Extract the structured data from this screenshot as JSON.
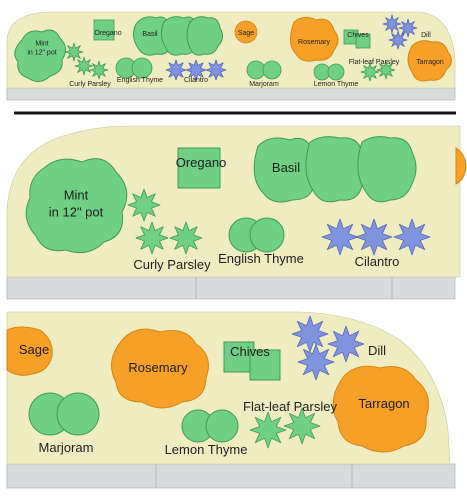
{
  "colors": {
    "bed": "#efecc2",
    "edging": "#d9dadb",
    "edging_line": "#b8b9ba",
    "green": "#6fcf84",
    "green_stroke": "#3f9a57",
    "blue": "#7f93df",
    "blue_stroke": "#5668b6",
    "orange": "#f7a027",
    "orange_stroke": "#d98410",
    "divider": "#151515"
  },
  "overview": {
    "labels": {
      "mint": "Mint\nin 12\" pot",
      "oregano": "Oregano",
      "basil": "Basil",
      "sage": "Sage",
      "rosemary": "Rosemary",
      "chives": "Chives",
      "dill": "Dill",
      "curly_parsley": "Curly Parsley",
      "english_thyme": "English Thyme",
      "cilantro": "Cilantro",
      "marjoram": "Marjoram",
      "flat_leaf_parsley": "Flat-leaf Parsley",
      "lemon_thyme": "Lemon Thyme",
      "tarragon": "Tarragon"
    }
  },
  "detail_left": {
    "labels": {
      "mint": "Mint\nin 12\" pot",
      "oregano": "Oregano",
      "basil": "Basil",
      "curly_parsley": "Curly Parsley",
      "english_thyme": "English Thyme",
      "cilantro": "Cilantro"
    }
  },
  "detail_right": {
    "labels": {
      "sage": "Sage",
      "rosemary": "Rosemary",
      "chives": "Chives",
      "dill": "Dill",
      "tarragon": "Tarragon",
      "marjoram": "Marjoram",
      "flat_leaf_parsley": "Flat-leaf Parsley",
      "lemon_thyme": "Lemon Thyme"
    }
  }
}
